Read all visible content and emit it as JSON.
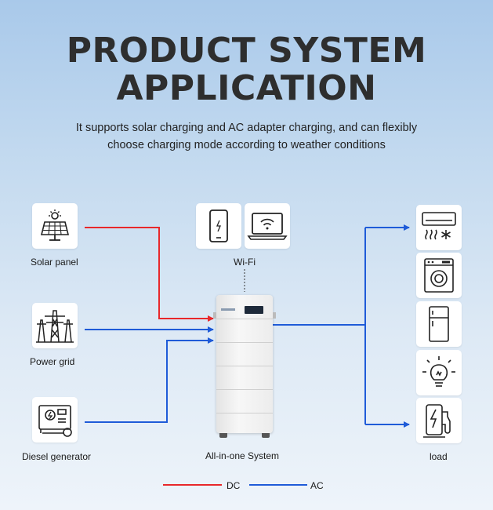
{
  "title_line1": "PRODUCT SYSTEM",
  "title_line2": "APPLICATION",
  "subtitle": "It supports solar charging and AC adapter charging, and can flexibly choose charging mode according to weather conditions",
  "sources": [
    {
      "label": "Solar panel",
      "icon": "solar-panel-icon"
    },
    {
      "label": "Power grid",
      "icon": "power-tower-icon"
    },
    {
      "label": "Diesel generator",
      "icon": "generator-icon"
    }
  ],
  "wifi": {
    "label": "Wi-Fi",
    "icons": [
      "tablet-icon",
      "laptop-wifi-icon"
    ]
  },
  "system": {
    "label": "All-in-one System"
  },
  "loads": {
    "label": "load",
    "icons": [
      "air-conditioner-icon",
      "washing-machine-icon",
      "refrigerator-icon",
      "light-bulb-icon",
      "ev-charger-icon"
    ]
  },
  "legend": {
    "dc": "DC",
    "ac": "AC"
  },
  "colors": {
    "dc": "#e8282b",
    "ac": "#1f5bd8",
    "title": "#2e2e2e"
  }
}
